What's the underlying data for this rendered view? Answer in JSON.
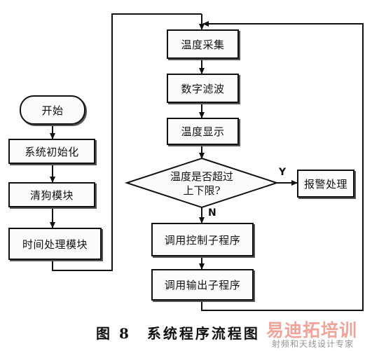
{
  "flowchart": {
    "start": "开始",
    "init": "系统初始化",
    "watchdog": "清狗模块",
    "time_module": "时间处理模块",
    "temp_sample": "温度采集",
    "digital_filter": "数字滤波",
    "temp_display": "温度显示",
    "decision_line1": "温度是否超过",
    "decision_line2": "上下限?",
    "yes_label": "Y",
    "no_label": "N",
    "alarm": "报警处理",
    "control": "调用控制子程序",
    "output": "调用输出子程序"
  },
  "caption": "图 8　系统程序流程图",
  "watermark": {
    "logo": "易迪拓培训",
    "sub": "射频和天线设计专家"
  }
}
